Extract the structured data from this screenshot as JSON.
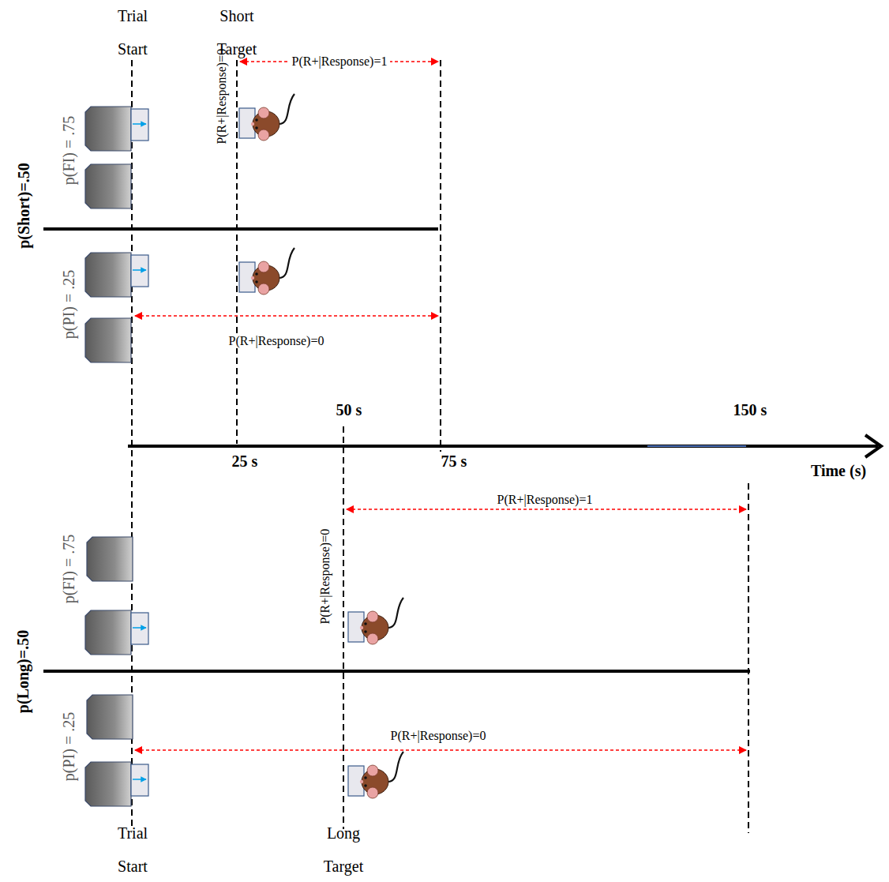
{
  "diagram": {
    "labels": [
      "Trial Start",
      "Short Target",
      "P(R+|Response)=0",
      "P(R+|Response)=1",
      "p(FI) = .75",
      "p(Short)=.50",
      "p(PI) = .25",
      "P(R+|Response)=0",
      "50 s",
      "150 s",
      "25 s",
      "75 s",
      "Time (s)",
      "P(R+|Response)=1",
      "P(R+|Response)=0",
      "p(FI) = .75",
      "p(Long)=.50",
      "p(PI) = .25",
      "P(R+|Response)=0",
      "Trial Start",
      "Long Target"
    ]
  }
}
